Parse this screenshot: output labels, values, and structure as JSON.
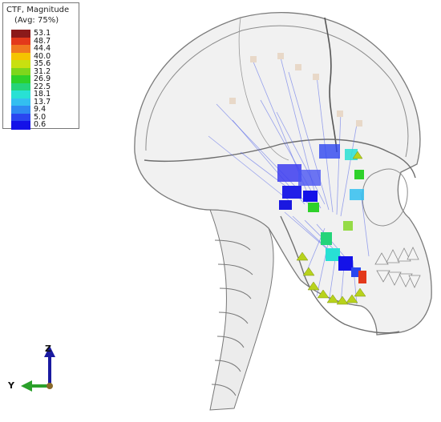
{
  "legend": {
    "title": "CTF, Magnitude",
    "subtitle": "(Avg: 75%)",
    "entries": [
      {
        "label": "53.1",
        "color": "#8B1A1A"
      },
      {
        "label": "48.7",
        "color": "#e3391b"
      },
      {
        "label": "44.4",
        "color": "#f07820"
      },
      {
        "label": "40.0",
        "color": "#f5c400"
      },
      {
        "label": "35.6",
        "color": "#c8e010"
      },
      {
        "label": "31.2",
        "color": "#7ed61c"
      },
      {
        "label": "26.9",
        "color": "#2ed12a"
      },
      {
        "label": "22.5",
        "color": "#24d47a"
      },
      {
        "label": "18.1",
        "color": "#28e1d4"
      },
      {
        "label": "13.7",
        "color": "#33bff0"
      },
      {
        "label": "9.4",
        "color": "#2e8af2"
      },
      {
        "label": "5.0",
        "color": "#2a46f0"
      },
      {
        "label": "0.6",
        "color": "#1412e8"
      }
    ]
  },
  "triad": {
    "z_label": "Z",
    "y_label": "Y",
    "z_color": "#1a1aa0",
    "y_color": "#2aa02a"
  }
}
